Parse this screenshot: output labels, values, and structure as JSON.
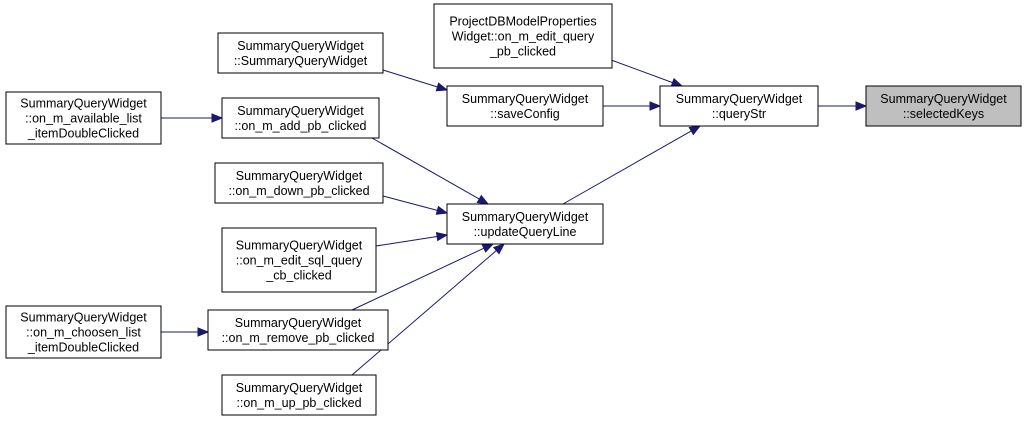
{
  "diagram": {
    "nodes": [
      {
        "id": "selectedKeys",
        "lines": [
          "SummaryQueryWidget",
          "::selectedKeys"
        ],
        "highlight": true
      },
      {
        "id": "queryStr",
        "lines": [
          "SummaryQueryWidget",
          "::queryStr"
        ]
      },
      {
        "id": "edit_query",
        "lines": [
          "ProjectDBModelProperties",
          "Widget::on_m_edit_query",
          "_pb_clicked"
        ]
      },
      {
        "id": "saveConfig",
        "lines": [
          "SummaryQueryWidget",
          "::saveConfig"
        ]
      },
      {
        "id": "updateQueryLine",
        "lines": [
          "SummaryQueryWidget",
          "::updateQueryLine"
        ]
      },
      {
        "id": "ctor",
        "lines": [
          "SummaryQueryWidget",
          "::SummaryQueryWidget"
        ]
      },
      {
        "id": "add_pb",
        "lines": [
          "SummaryQueryWidget",
          "::on_m_add_pb_clicked"
        ]
      },
      {
        "id": "down_pb",
        "lines": [
          "SummaryQueryWidget",
          "::on_m_down_pb_clicked"
        ]
      },
      {
        "id": "edit_sql",
        "lines": [
          "SummaryQueryWidget",
          "::on_m_edit_sql_query",
          "_cb_clicked"
        ]
      },
      {
        "id": "remove_pb",
        "lines": [
          "SummaryQueryWidget",
          "::on_m_remove_pb_clicked"
        ]
      },
      {
        "id": "up_pb",
        "lines": [
          "SummaryQueryWidget",
          "::on_m_up_pb_clicked"
        ]
      },
      {
        "id": "available",
        "lines": [
          "SummaryQueryWidget",
          "::on_m_available_list",
          "_itemDoubleClicked"
        ]
      },
      {
        "id": "choosen",
        "lines": [
          "SummaryQueryWidget",
          "::on_m_choosen_list",
          "_itemDoubleClicked"
        ]
      }
    ],
    "edges": [
      {
        "from": "queryStr",
        "to": "selectedKeys"
      },
      {
        "from": "edit_query",
        "to": "queryStr"
      },
      {
        "from": "saveConfig",
        "to": "queryStr"
      },
      {
        "from": "updateQueryLine",
        "to": "queryStr"
      },
      {
        "from": "ctor",
        "to": "saveConfig"
      },
      {
        "from": "add_pb",
        "to": "updateQueryLine"
      },
      {
        "from": "down_pb",
        "to": "updateQueryLine"
      },
      {
        "from": "edit_sql",
        "to": "updateQueryLine"
      },
      {
        "from": "remove_pb",
        "to": "updateQueryLine"
      },
      {
        "from": "up_pb",
        "to": "updateQueryLine"
      },
      {
        "from": "available",
        "to": "add_pb"
      },
      {
        "from": "choosen",
        "to": "remove_pb"
      }
    ]
  }
}
